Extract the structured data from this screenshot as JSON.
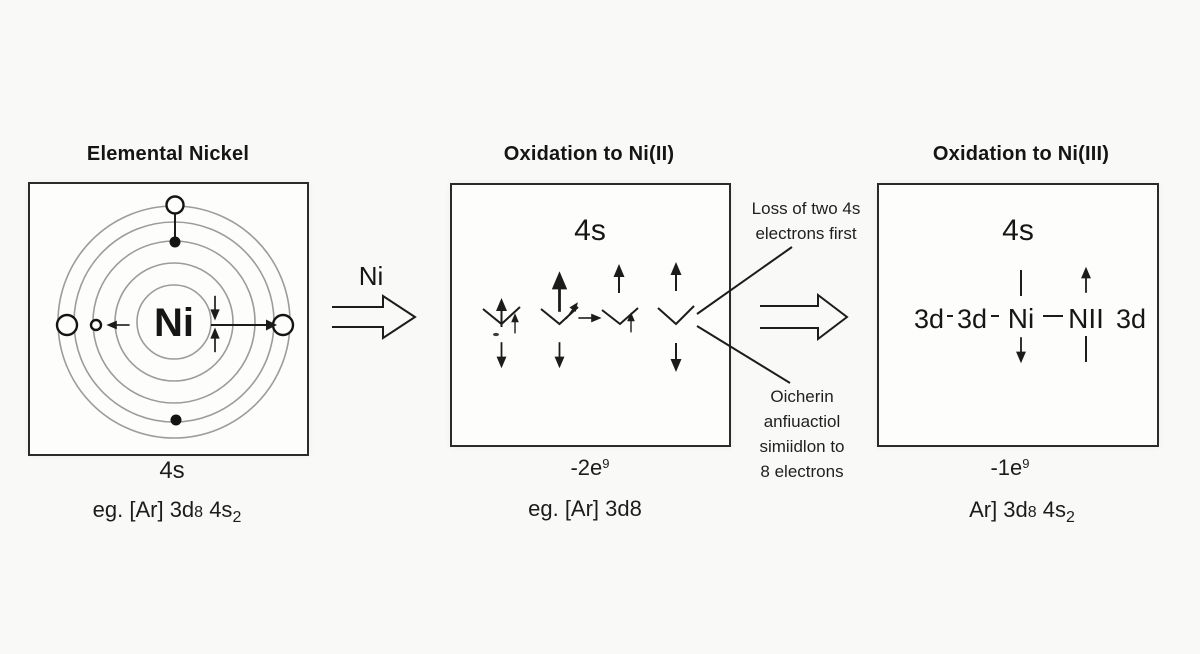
{
  "panel_left": {
    "title": "Elemental Nickel",
    "nucleus_label": "Ni",
    "caption_orbital": "4s",
    "caption_config": {
      "text": "eg. [Ar] 3d",
      "sub1": "8",
      "mid": " 4s",
      "sub2": "2"
    }
  },
  "panel_middle": {
    "title": "Oxidation to Ni(II)",
    "orbital_label": "4s",
    "caption_loss": {
      "base": "-2e",
      "sup": "9"
    },
    "caption_config": "eg. [Ar] 3d8"
  },
  "panel_right": {
    "title": "Oxidation to Ni(III)",
    "orbital_label": "4s",
    "boxes": [
      "3d",
      "3d",
      "Ni",
      "NII"
    ],
    "outside_box_label": "3d",
    "caption_loss": {
      "base": "-1e",
      "sup": "9"
    },
    "caption_config": {
      "text": "Ar] 3d",
      "sub1": "8",
      "mid": " 4s",
      "sub2": "2"
    }
  },
  "transition": {
    "label": "Ni"
  },
  "annotations": {
    "loss_note": "Loss of two 4s electrons first",
    "other_note_lines": [
      "Oicherin",
      "anfiuactiol",
      "simiidlon to",
      "8 electrons"
    ]
  },
  "colors": {
    "ink": "#1c1c1c",
    "ring": "#9c9c9c",
    "background": "#f9f9f7"
  }
}
